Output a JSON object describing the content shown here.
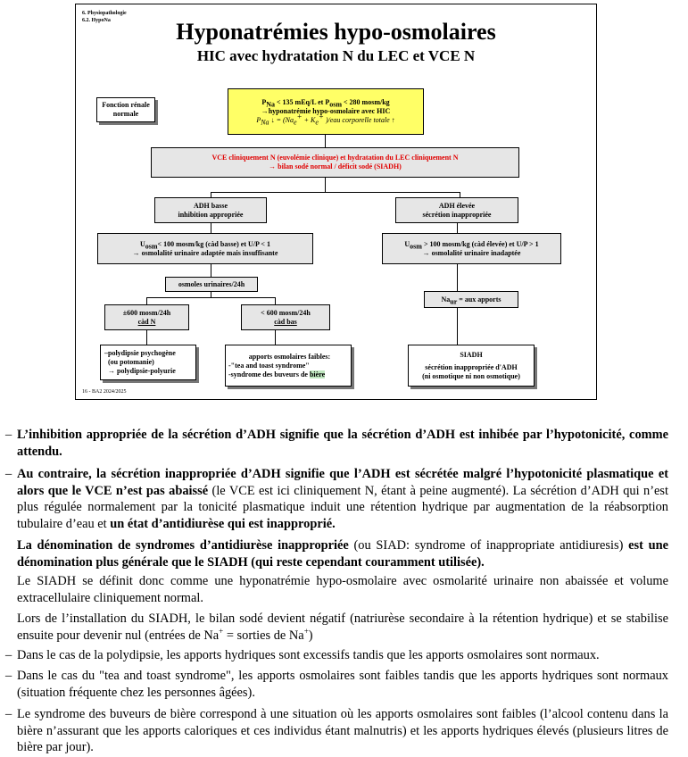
{
  "slide": {
    "crumb1": "6. Physiopathologie",
    "crumb2": "6.2. HypoNa",
    "title": "Hyponatrémies hypo-osmolaires",
    "subtitle": "HIC avec hydratation N du LEC et VCE N",
    "footer": "16 - BA2 2024/2025",
    "renal_box": {
      "line1": "Fonction rénale",
      "line2": "normale"
    },
    "top_box": {
      "line1_a": "P",
      "line1_a_sub": "Na",
      "line1_b": " < 135 mEq/L et P",
      "line1_b_sub": "osm",
      "line1_c": " < 280 mosm/kg",
      "line2": "→hyponatrémie hypo-osmolaire avec HIC",
      "line3_a": "P",
      "line3_a_sub": "Na",
      "line3_b": " ↓ = (Na",
      "line3_b_sub": "e",
      "line3_b_sup": "+",
      "line3_c": " + K",
      "line3_c_sub": "e",
      "line3_c_sup": "+",
      "line3_d": " )/eau corporelle totale ↑"
    },
    "vce_box": {
      "line1": "VCE cliniquement N (euvolémie clinique) et hydratation du LEC cliniquement N",
      "line2": "→ bilan sodé normal / déficit sodé (SIADH)"
    },
    "adh_low": {
      "line1": "ADH basse",
      "line2": "inhibition appropriée"
    },
    "adh_high": {
      "line1": "ADH élevée",
      "line2": "sécrétion inappropriée"
    },
    "uosm_low": {
      "line1_a": "U",
      "line1_a_sub": "osm",
      "line1_b": "< 100 mosm/kg (càd basse) et U/P < 1",
      "line2": "→ osmolalité urinaire adaptée mais insuffisante"
    },
    "uosm_high": {
      "line1_a": "U",
      "line1_a_sub": "osm",
      "line1_b": " > 100 mosm/kg (càd élevée) et U/P > 1",
      "line2": "→ osmolalité urinaire inadaptée"
    },
    "osmoles_box": "osmoles urinaires/24h",
    "naur_box": {
      "a": "Na",
      "a_sub": "ur",
      "b": " = aux apports"
    },
    "osm_n": {
      "line1": "±600 mosm/24h",
      "line2": "càd N"
    },
    "osm_low": {
      "line1": "< 600 mosm/24h",
      "line2": "càd bas"
    },
    "polydipsie_box": {
      "line1": "–polydipsie psychogène",
      "line2": "(ou potomanie)",
      "line3": "→ polydipsie-polyurie"
    },
    "apports_box": {
      "line1": "apports osmolaires faibles:",
      "line2": "-\"tea and toast syndrome\"",
      "line3_a": "-syndrome des buveurs de ",
      "line3_b": "bière"
    },
    "siadh_box": {
      "line1": "SIADH",
      "line2": "sécrétion inappropriée d'ADH",
      "line3": "(ni osmotique ni non osmotique)"
    }
  },
  "text": {
    "p1": "L’inhibition appropriée de la sécrétion d’ADH signifie que la sécrétion d’ADH est inhibée par l’hypotonicité, comme attendu.",
    "p2_b": "Au contraire, la sécrétion inappropriée d’ADH signifie que l’ADH est sécrétée malgré l’hypotonicité plasmatique et alors que le VCE n’est pas abaissé",
    "p2_n": " (le VCE est ici cliniquement N, étant à peine augmenté). La sécrétion d’ADH qui n’est plus régulée normalement par la tonicité plasmatique induit une rétention hydrique par augmentation de la réabsorption tubulaire d’eau et ",
    "p2_b2": "un état d’antidiurèse qui est inapproprié.",
    "p3_b": "La dénomination de syndromes d’antidiurèse inappropriée",
    "p3_n": " (ou SIAD: syndrome of inappropriate antidiuresis) ",
    "p3_b2": "est une dénomination plus générale que le SIADH (qui reste cependant couramment utilisée).",
    "p4": "Le SIADH se définit donc comme une hyponatrémie hypo-osmolaire avec osmolarité urinaire non abaissée et volume extracellulaire cliniquement normal.",
    "p5_a": "Lors de l’installation du SIADH, le bilan sodé devient négatif (natriurèse secondaire à la rétention hydrique) et se stabilise ensuite pour devenir nul (entrées de Na",
    "p5_sup1": "+",
    "p5_b": " = sorties de Na",
    "p5_sup2": "+",
    "p5_c": ")",
    "p6": "Dans le cas de la polydipsie, les apports hydriques sont excessifs tandis que les apports osmolaires sont normaux.",
    "p7": "Dans le cas du \"tea and toast syndrome\", les apports osmolaires sont faibles tandis que les apports hydriques sont normaux (situation fréquente chez les personnes âgées).",
    "p8": "Le syndrome des buveurs de bière correspond à une situation où les apports osmolaires sont faibles (l’alcool contenu dans la bière n’assurant que les apports caloriques et ces individus étant malnutris) et les apports hydriques élevés (plusieurs litres de bière par jour).",
    "dash": "–"
  }
}
